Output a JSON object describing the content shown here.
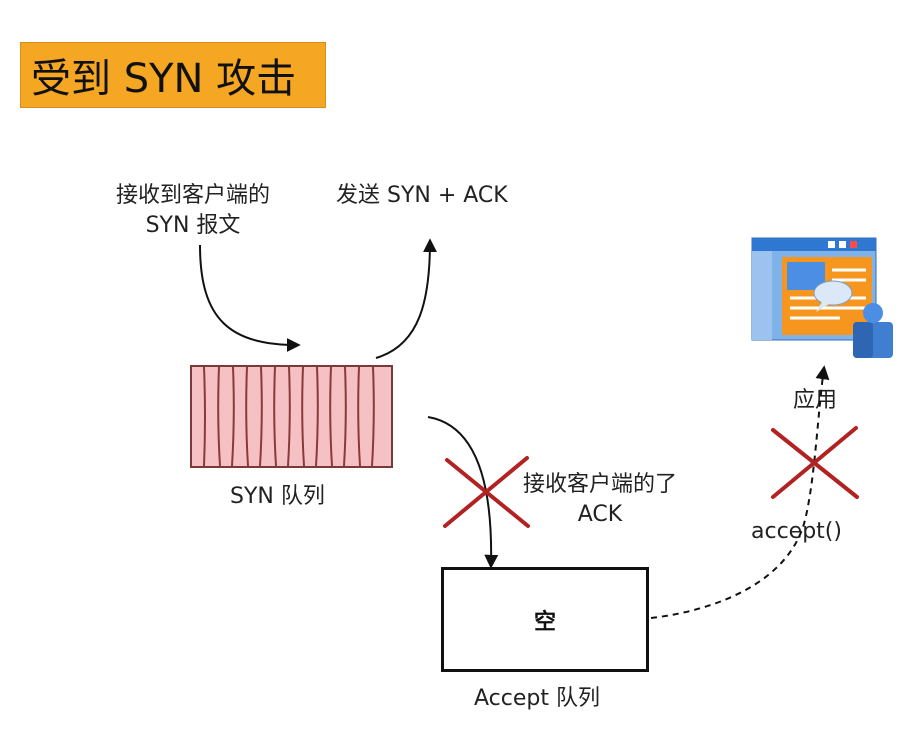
{
  "title": "受到 SYN 攻击",
  "labels": {
    "receive_syn_line1": "接收到客户端的",
    "receive_syn_line2": "SYN 报文",
    "send_syn_ack": "发送 SYN + ACK",
    "syn_queue": "SYN 队列",
    "receive_ack_line1": "接收客户端的了",
    "receive_ack_line2": "ACK",
    "accept_queue_content": "空",
    "accept_queue": "Accept 队列",
    "app": "应用",
    "accept_call": "accept()"
  },
  "colors": {
    "title_bg": "#f5a623",
    "syn_queue_fill": "#f6c1c4",
    "cross": "#b22222"
  },
  "icons": [
    "application-window-user-icon"
  ]
}
